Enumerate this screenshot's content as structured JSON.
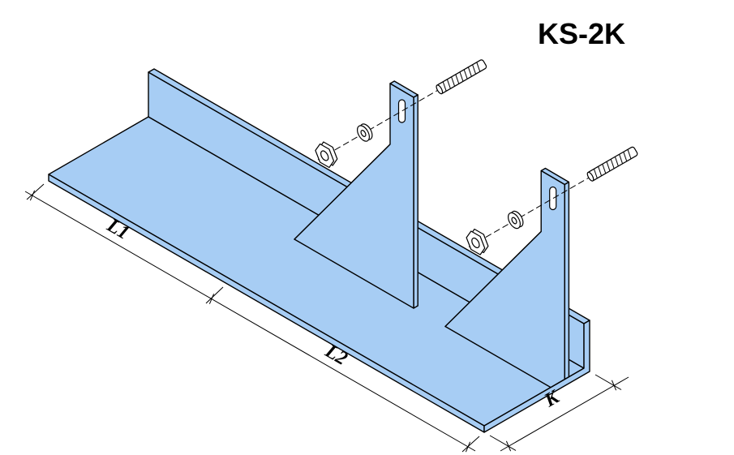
{
  "title": "KS-2K",
  "dimension_labels": {
    "l1": "L1",
    "l2": "L2",
    "k": "K"
  },
  "colors": {
    "part_fill": "#a7cdf4",
    "outline": "#000000",
    "background": "#ffffff",
    "hardware_fill": "#ffffff"
  }
}
